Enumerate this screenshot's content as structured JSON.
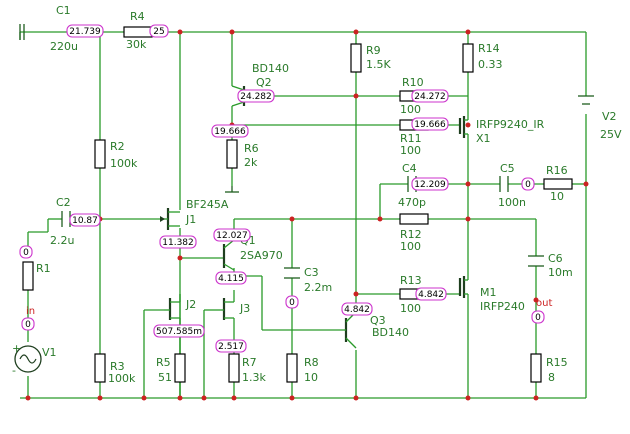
{
  "components": {
    "C1": {
      "name": "C1",
      "value": "220u"
    },
    "C2": {
      "name": "C2",
      "value": "2.2u"
    },
    "C3": {
      "name": "C3",
      "value": "2.2m"
    },
    "C4": {
      "name": "C4",
      "value": "470p"
    },
    "C5": {
      "name": "C5",
      "value": "100n"
    },
    "C6": {
      "name": "C6",
      "value": "10m"
    },
    "R1": {
      "name": "R1",
      "value": ""
    },
    "R2": {
      "name": "R2",
      "value": "100k"
    },
    "R3": {
      "name": "R3",
      "value": "100k"
    },
    "R4": {
      "name": "R4",
      "value": "30k"
    },
    "R5": {
      "name": "R5",
      "value": "51"
    },
    "R6": {
      "name": "R6",
      "value": "2k"
    },
    "R7": {
      "name": "R7",
      "value": "1.3k"
    },
    "R8": {
      "name": "R8",
      "value": "10"
    },
    "R9": {
      "name": "R9",
      "value": "1.5K"
    },
    "R10": {
      "name": "R10",
      "value": "100"
    },
    "R11": {
      "name": "R11",
      "value": "100"
    },
    "R12": {
      "name": "R12",
      "value": "100"
    },
    "R13": {
      "name": "R13",
      "value": "100"
    },
    "R14": {
      "name": "R14",
      "value": "0.33"
    },
    "R15": {
      "name": "R15",
      "value": "8"
    },
    "R16": {
      "name": "R16",
      "value": "10"
    },
    "J1": {
      "name": "J1",
      "value": "BF245A"
    },
    "J2": {
      "name": "J2",
      "value": ""
    },
    "J3": {
      "name": "J3",
      "value": ""
    },
    "Q1": {
      "name": "Q1",
      "value": "2SA970"
    },
    "Q2": {
      "name": "Q2",
      "value": "BD140"
    },
    "Q3": {
      "name": "Q3",
      "value": "BD140"
    },
    "X1": {
      "name": "X1",
      "value": "IRFP9240_IR"
    },
    "M1": {
      "name": "M1",
      "value": "IRFP240"
    },
    "V1": {
      "name": "V1",
      "value": ""
    },
    "V2": {
      "name": "V2",
      "value": "25V"
    }
  },
  "probes": {
    "p_c1": "21.739",
    "p_r4": "25",
    "p_q2b": "24.282",
    "p_r10": "24.272",
    "p_r6": "19.666",
    "p_r11": "19.666",
    "p_c4": "12.209",
    "p_c5": "0",
    "p_c2": "10.87",
    "p_q1e": "12.027",
    "p_j1s": "11.382",
    "p_q1c": "4.115",
    "p_j2": "507.585m",
    "p_j3": "2.517",
    "p_q3": "4.842",
    "p_r13": "4.842",
    "p_c3": "0",
    "p_out": "0",
    "p_in": "0",
    "p_r1": "0"
  },
  "nets": {
    "in": "in",
    "out": "out"
  },
  "polarity": {
    "plus": "+",
    "minus": "-"
  }
}
